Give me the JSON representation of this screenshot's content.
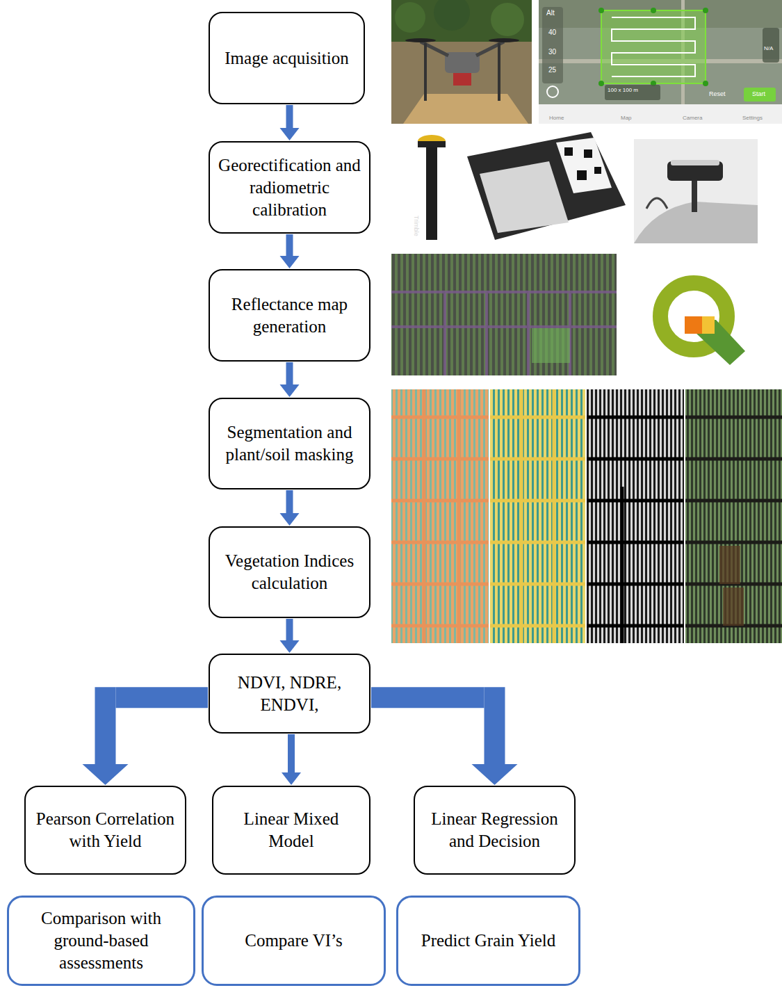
{
  "diagram": {
    "nodes": [
      {
        "text": [
          "Image acquisition"
        ]
      },
      {
        "text": [
          "Georectification and radiometric calibration"
        ]
      },
      {
        "text": [
          "Reflectance map generation"
        ]
      },
      {
        "text": [
          "Segmentation and plant/soil masking"
        ]
      },
      {
        "text": [
          "Vegetation Indices calculation"
        ]
      },
      {
        "text": [
          "NDVI, NDRE, ENDVI,"
        ]
      },
      {
        "text": [
          "Pearson Correlation with Yield"
        ]
      },
      {
        "text": [
          "Linear Mixed Model"
        ]
      },
      {
        "text": [
          "Linear Regression and Decision"
        ]
      },
      {
        "text": [
          "Comparison with ground-based assessments"
        ]
      },
      {
        "text": [
          "Compare VI’s"
        ]
      },
      {
        "text": [
          "Predict Grain Yield"
        ]
      }
    ],
    "edges": [
      {
        "from": 0,
        "to": 1,
        "arrow": "to"
      },
      {
        "from": 1,
        "to": 2,
        "arrow": "to"
      },
      {
        "from": 2,
        "to": 3,
        "arrow": "to"
      },
      {
        "from": 3,
        "to": 4,
        "arrow": "to"
      },
      {
        "from": 4,
        "to": 5,
        "arrow": "to"
      },
      {
        "from": 5,
        "to": 6,
        "arrow": "to"
      },
      {
        "from": 5,
        "to": 7,
        "arrow": "to"
      },
      {
        "from": 5,
        "to": 8,
        "arrow": "to"
      }
    ],
    "labels": [
      "Alt",
      "40",
      "30",
      "25",
      "N/A",
      "100 x 100 m",
      "Reset",
      "Start",
      "Home",
      "Map",
      "Camera",
      "Settings",
      "Trimble"
    ]
  }
}
